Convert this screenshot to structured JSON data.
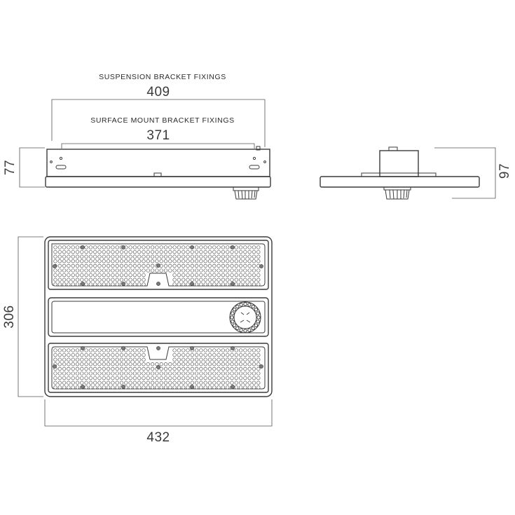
{
  "labels": {
    "suspension_title": "SUSPENSION BRACKET FIXINGS",
    "suspension_value": "409",
    "surface_title": "SURFACE MOUNT BRACKET FIXINGS",
    "surface_value": "371",
    "front_height": "77",
    "side_height": "97",
    "plan_depth": "306",
    "plan_width": "432"
  }
}
